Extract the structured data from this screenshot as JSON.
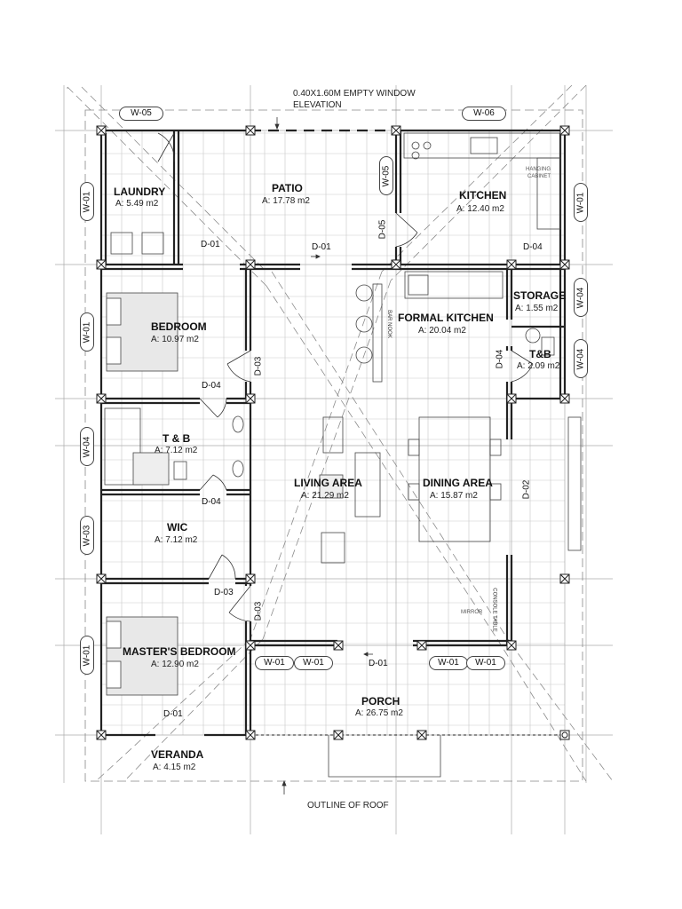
{
  "annotations": {
    "window_note_line1": "0.40X1.60M EMPTY WINDOW",
    "window_note_line2": "ELEVATION",
    "roof_outline": "OUTLINE OF ROOF"
  },
  "rooms": {
    "laundry": {
      "name": "LAUNDRY",
      "area": "A: 5.49 m2"
    },
    "patio": {
      "name": "PATIO",
      "area": "A: 17.78 m2"
    },
    "kitchen": {
      "name": "KITCHEN",
      "area": "A: 12.40 m2"
    },
    "bedroom": {
      "name": "BEDROOM",
      "area": "A: 10.97 m2"
    },
    "formal_kitchen": {
      "name": "FORMAL KITCHEN",
      "area": "A: 20.04 m2"
    },
    "storage": {
      "name": "STORAGE",
      "area": "A: 1.55 m2"
    },
    "tb_small": {
      "name": "T&B",
      "area": "A: 2.09 m2"
    },
    "tb_large": {
      "name": "T & B",
      "area": "A: 7.12 m2"
    },
    "living": {
      "name": "LIVING AREA",
      "area": "A: 21.29 m2"
    },
    "dining": {
      "name": "DINING AREA",
      "area": "A: 15.87 m2"
    },
    "wic": {
      "name": "WIC",
      "area": "A: 7.12 m2"
    },
    "masters": {
      "name": "MASTER'S BEDROOM",
      "area": "A: 12.90 m2"
    },
    "porch": {
      "name": "PORCH",
      "area": "A: 26.75 m2"
    },
    "veranda": {
      "name": "VERANDA",
      "area": "A: 4.15 m2"
    }
  },
  "window_tags": {
    "w05_top": "W-05",
    "w06_top": "W-06",
    "w01_left_laundry": "W-01",
    "w01_left_bedroom": "W-01",
    "w04_left_tb": "W-04",
    "w03_left_wic": "W-03",
    "w01_left_master": "W-01",
    "w01_right_kitchen": "W-01",
    "w04_right_storage": "W-04",
    "w04_right_tb": "W-04",
    "w05_kitchen_wall": "W-05",
    "w01_bottom_1": "W-01",
    "w01_bottom_2": "W-01",
    "w01_bottom_3": "W-01",
    "w01_bottom_4": "W-01"
  },
  "door_tags": {
    "d01_laundry": "D-01",
    "d01_patio": "D-01",
    "d04_kitchen": "D-04",
    "d05_kitchen": "D-05",
    "d03_bedroom": "D-03",
    "d04_bedroom": "D-04",
    "d04_tb_small": "D-04",
    "d04_tb_large": "D-04",
    "d02_dining": "D-02",
    "d03_wic": "D-03",
    "d03_master": "D-03",
    "d01_porch": "D-01",
    "d01_master": "D-01"
  },
  "fixture_notes": {
    "hanging_cabinet_1": "HANGING",
    "hanging_cabinet_2": "CABINET",
    "bar_nook": "BAR NOOK",
    "mirror": "MIRROR",
    "console_table": "CONSOLE TABLE"
  },
  "colors": {
    "wall": "#222222",
    "grid": "#bdbdbd",
    "dash": "#9a9a9a",
    "fill_light": "#e8e8e8"
  }
}
